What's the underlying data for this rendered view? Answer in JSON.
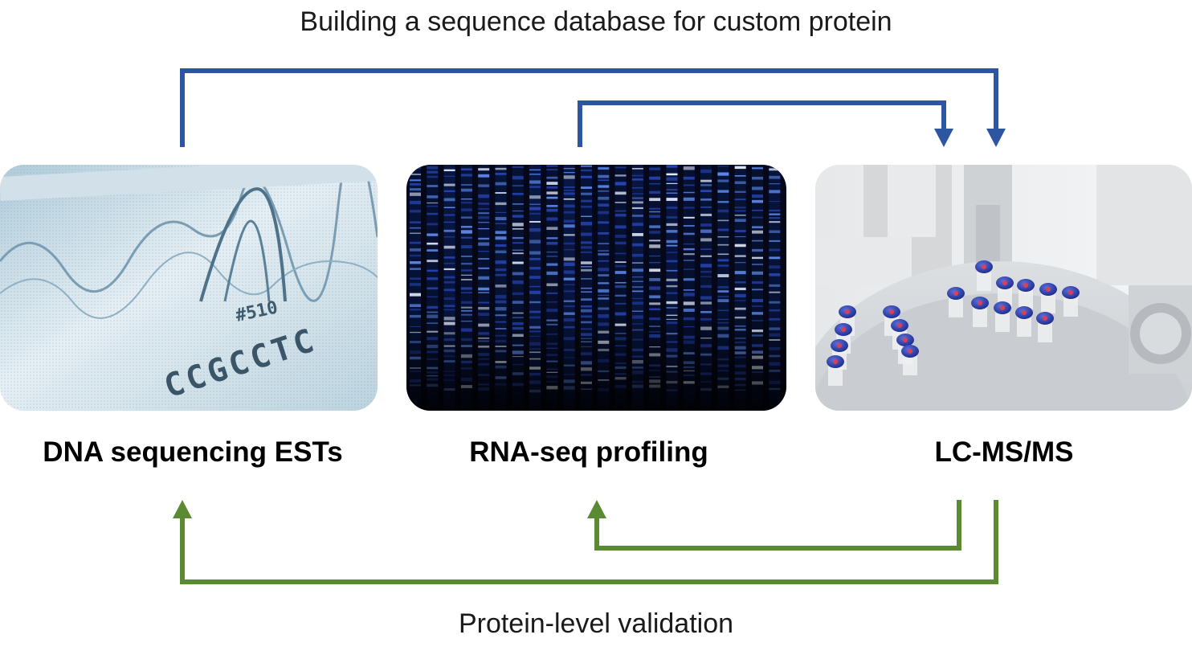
{
  "diagram": {
    "top_caption": "Building a sequence database for custom protein",
    "bottom_caption": "Protein-level validation",
    "nodes": [
      {
        "id": "dna",
        "label": "DNA sequencing ESTs"
      },
      {
        "id": "rna",
        "label": "RNA-seq profiling"
      },
      {
        "id": "lcms",
        "label": "LC-MS/MS"
      }
    ],
    "edges": [
      {
        "from": "dna",
        "to": "lcms",
        "group": "database",
        "color": "#2e55a0"
      },
      {
        "from": "rna",
        "to": "lcms",
        "group": "database",
        "color": "#2e55a0"
      },
      {
        "from": "lcms",
        "to": "rna",
        "group": "validation",
        "color": "#5a8a32"
      },
      {
        "from": "lcms",
        "to": "dna",
        "group": "validation",
        "color": "#5a8a32"
      }
    ],
    "photo_text": {
      "dna_marker": "#510",
      "dna_bases": "CCGCCTC"
    }
  }
}
